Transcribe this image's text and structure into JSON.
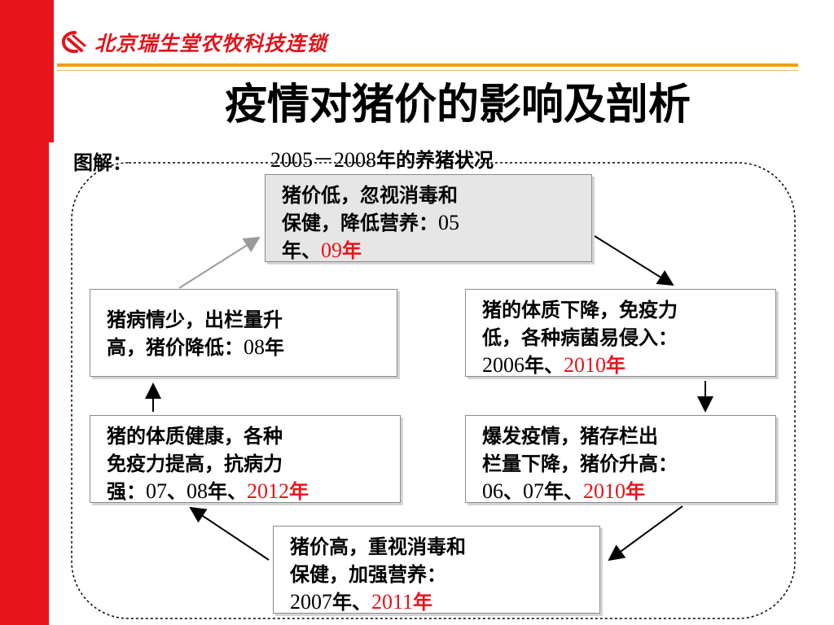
{
  "logo": {
    "text": "北京瑞生堂农牧科技连锁"
  },
  "slide": {
    "title": "疫情对猪价的影响及剖析"
  },
  "diagram": {
    "caption_label": "图解：",
    "caption_years": "2005－2008",
    "caption_suffix": "年的养猪状况",
    "nodes": {
      "top": {
        "l1": "猪价低，忽视消毒和",
        "l2a": "保健，降低营养：",
        "l2b": "05",
        "l3a": "年、",
        "l3b": "09",
        "l3c": "年"
      },
      "right_upper": {
        "l1": "猪的体质下降，免疫力",
        "l2": "低，各种病菌易侵入：",
        "l3a": "2006",
        "l3b": "年、",
        "l3c": "2010",
        "l3d": "年"
      },
      "right_lower": {
        "l1": "爆发疫情，猪存栏出",
        "l2": "栏量下降，猪价升高：",
        "l3a": "06",
        "l3b": "、",
        "l3c": "07",
        "l3d": "年、",
        "l3e": "2010",
        "l3f": "年"
      },
      "bottom": {
        "l1": "猪价高，重视消毒和",
        "l2": "保健，加强营养：",
        "l3a": "2007",
        "l3b": "年、",
        "l3c": "2011",
        "l3d": "年"
      },
      "left_lower": {
        "l1": "猪的体质健康，各种",
        "l2": "免疫力提高，抗病力",
        "l3a": "强：",
        "l3b": "07",
        "l3c": "、",
        "l3d": "08",
        "l3e": "年、",
        "l3f": "2012",
        "l3g": "年"
      },
      "left_upper": {
        "l1": "猪病情少，出栏量升",
        "l2a": "高，猪价降低：",
        "l2b": "08",
        "l2c": "年"
      }
    }
  },
  "colors": {
    "accent_red": "#e8141c",
    "orange": "#f39a1e",
    "box_gray": "#e6e6e6"
  }
}
